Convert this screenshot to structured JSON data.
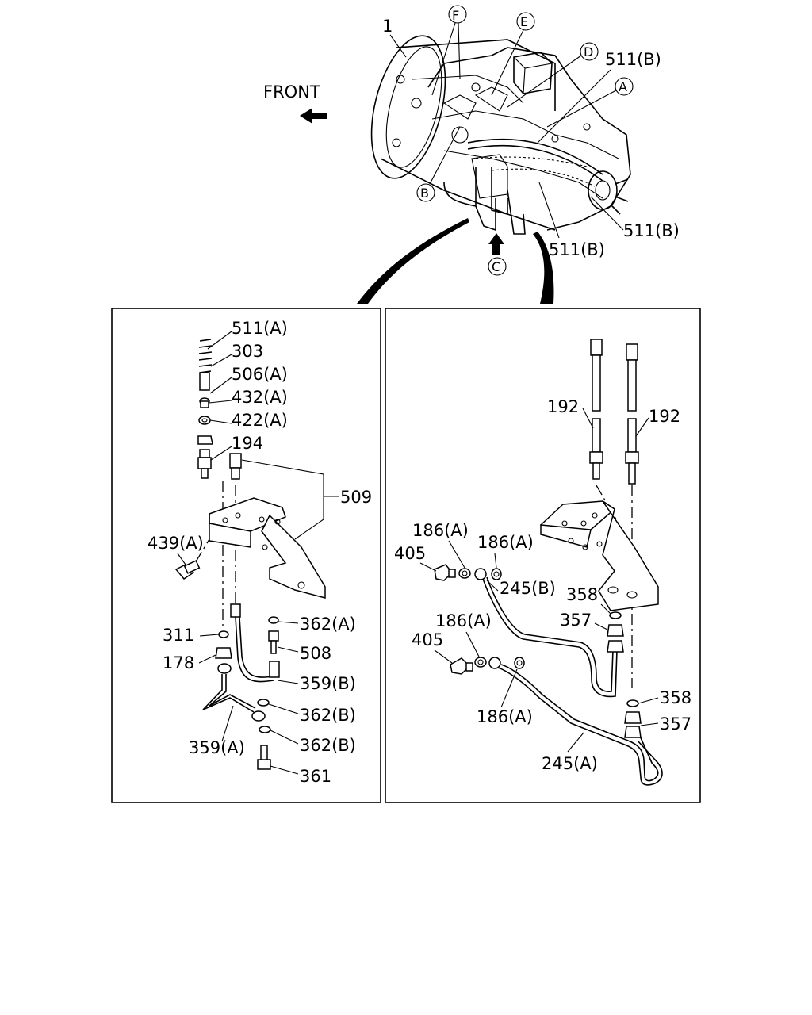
{
  "overview": {
    "front_label": "FRONT",
    "callouts": {
      "part_1": "1",
      "ref_f": "F",
      "ref_e": "E",
      "ref_d": "D",
      "ref_a": "A",
      "ref_b": "B",
      "ref_c": "C",
      "l511b_1": "511(B)",
      "l511b_2": "511(B)",
      "l511b_3": "511(B)"
    }
  },
  "left_panel": {
    "labels": {
      "p511a": "511(A)",
      "p303": "303",
      "p506a": "506(A)",
      "p432a": "432(A)",
      "p422a": "422(A)",
      "p194": "194",
      "p509": "509",
      "p439a": "439(A)",
      "p362a": "362(A)",
      "p311": "311",
      "p508": "508",
      "p178": "178",
      "p359b": "359(B)",
      "p362b_1": "362(B)",
      "p359a": "359(A)",
      "p362b_2": "362(B)",
      "p361": "361"
    }
  },
  "right_panel": {
    "labels": {
      "p192_l": "192",
      "p192_r": "192",
      "p186a_1": "186(A)",
      "p186a_2": "186(A)",
      "p405_1": "405",
      "p245b": "245(B)",
      "p358_1": "358",
      "p357_1": "357",
      "p186a_3": "186(A)",
      "p405_2": "405",
      "p186a_4": "186(A)",
      "p358_2": "358",
      "p357_2": "357",
      "p245a": "245(A)"
    }
  }
}
